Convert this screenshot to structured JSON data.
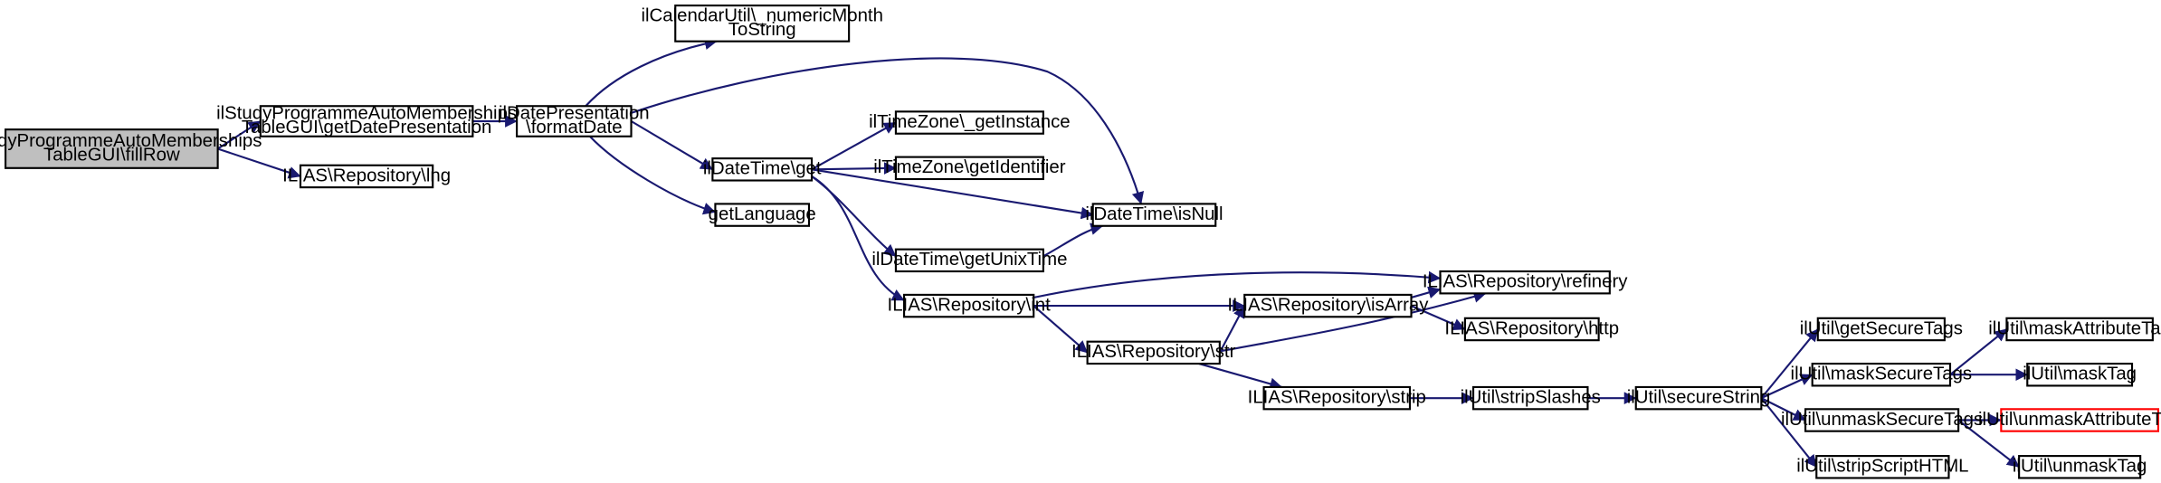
{
  "diagram": {
    "type": "call-graph",
    "colors": {
      "edge": "#191970",
      "root_fill": "#bfbfbf",
      "node_border": "#000000",
      "highlight_border": "#ff0000"
    },
    "nodes": [
      {
        "id": "fillrow",
        "lines": [
          "ilStudyProgrammeAutoMemberships",
          "TableGUI\\fillRow"
        ],
        "style": "root"
      },
      {
        "id": "getdatepres",
        "lines": [
          "ilStudyProgrammeAutoMemberships",
          "TableGUI\\getDatePresentation"
        ]
      },
      {
        "id": "lng",
        "lines": [
          "ILIAS\\Repository\\lng"
        ]
      },
      {
        "id": "formatdate",
        "lines": [
          "ilDatePresentation",
          "\\formatDate"
        ]
      },
      {
        "id": "nummonth",
        "lines": [
          "ilCalendarUtil\\_numericMonth",
          "ToString"
        ]
      },
      {
        "id": "dtget",
        "lines": [
          "ilDateTime\\get"
        ]
      },
      {
        "id": "getlanguage",
        "lines": [
          "getLanguage"
        ]
      },
      {
        "id": "tzinstance",
        "lines": [
          "ilTimeZone\\_getInstance"
        ]
      },
      {
        "id": "tzident",
        "lines": [
          "ilTimeZone\\getIdentifier"
        ]
      },
      {
        "id": "isnull",
        "lines": [
          "ilDateTime\\isNull"
        ]
      },
      {
        "id": "unixtime",
        "lines": [
          "ilDateTime\\getUnixTime"
        ]
      },
      {
        "id": "repoint",
        "lines": [
          "ILIAS\\Repository\\int"
        ]
      },
      {
        "id": "refinery",
        "lines": [
          "ILIAS\\Repository\\refinery"
        ]
      },
      {
        "id": "isarray",
        "lines": [
          "ILIAS\\Repository\\isArray"
        ]
      },
      {
        "id": "http",
        "lines": [
          "ILIAS\\Repository\\http"
        ]
      },
      {
        "id": "str",
        "lines": [
          "ILIAS\\Repository\\str"
        ]
      },
      {
        "id": "strip",
        "lines": [
          "ILIAS\\Repository\\strip"
        ]
      },
      {
        "id": "stripslashes",
        "lines": [
          "ilUtil\\stripSlashes"
        ]
      },
      {
        "id": "securestring",
        "lines": [
          "ilUtil\\secureString"
        ]
      },
      {
        "id": "getsecuretags",
        "lines": [
          "ilUtil\\getSecureTags"
        ]
      },
      {
        "id": "masksecuretags",
        "lines": [
          "ilUtil\\maskSecureTags"
        ]
      },
      {
        "id": "unmasksecuretags",
        "lines": [
          "ilUtil\\unmaskSecureTags"
        ]
      },
      {
        "id": "stripscript",
        "lines": [
          "ilUtil\\stripScriptHTML"
        ]
      },
      {
        "id": "maskattr",
        "lines": [
          "ilUtil\\maskAttributeTag"
        ]
      },
      {
        "id": "masktag",
        "lines": [
          "ilUtil\\maskTag"
        ]
      },
      {
        "id": "unmaskattr",
        "lines": [
          "ilUtil\\unmaskAttributeTag"
        ],
        "style": "highlight"
      },
      {
        "id": "unmasktag",
        "lines": [
          "ilUtil\\unmaskTag"
        ]
      }
    ],
    "edges": [
      {
        "from": "fillrow",
        "to": "getdatepres"
      },
      {
        "from": "fillrow",
        "to": "lng"
      },
      {
        "from": "getdatepres",
        "to": "formatdate"
      },
      {
        "from": "formatdate",
        "to": "nummonth"
      },
      {
        "from": "formatdate",
        "to": "isnull"
      },
      {
        "from": "formatdate",
        "to": "dtget"
      },
      {
        "from": "formatdate",
        "to": "getlanguage"
      },
      {
        "from": "dtget",
        "to": "tzinstance"
      },
      {
        "from": "dtget",
        "to": "tzident"
      },
      {
        "from": "dtget",
        "to": "isnull"
      },
      {
        "from": "dtget",
        "to": "unixtime"
      },
      {
        "from": "dtget",
        "to": "repoint"
      },
      {
        "from": "unixtime",
        "to": "isnull"
      },
      {
        "from": "repoint",
        "to": "refinery"
      },
      {
        "from": "repoint",
        "to": "isarray"
      },
      {
        "from": "repoint",
        "to": "str"
      },
      {
        "from": "isarray",
        "to": "refinery"
      },
      {
        "from": "isarray",
        "to": "http"
      },
      {
        "from": "str",
        "to": "isarray"
      },
      {
        "from": "str",
        "to": "refinery"
      },
      {
        "from": "str",
        "to": "strip"
      },
      {
        "from": "strip",
        "to": "stripslashes"
      },
      {
        "from": "stripslashes",
        "to": "securestring"
      },
      {
        "from": "securestring",
        "to": "getsecuretags"
      },
      {
        "from": "securestring",
        "to": "masksecuretags"
      },
      {
        "from": "securestring",
        "to": "unmasksecuretags"
      },
      {
        "from": "securestring",
        "to": "stripscript"
      },
      {
        "from": "masksecuretags",
        "to": "maskattr"
      },
      {
        "from": "masksecuretags",
        "to": "masktag"
      },
      {
        "from": "unmasksecuretags",
        "to": "unmaskattr"
      },
      {
        "from": "unmasksecuretags",
        "to": "unmasktag"
      }
    ]
  }
}
